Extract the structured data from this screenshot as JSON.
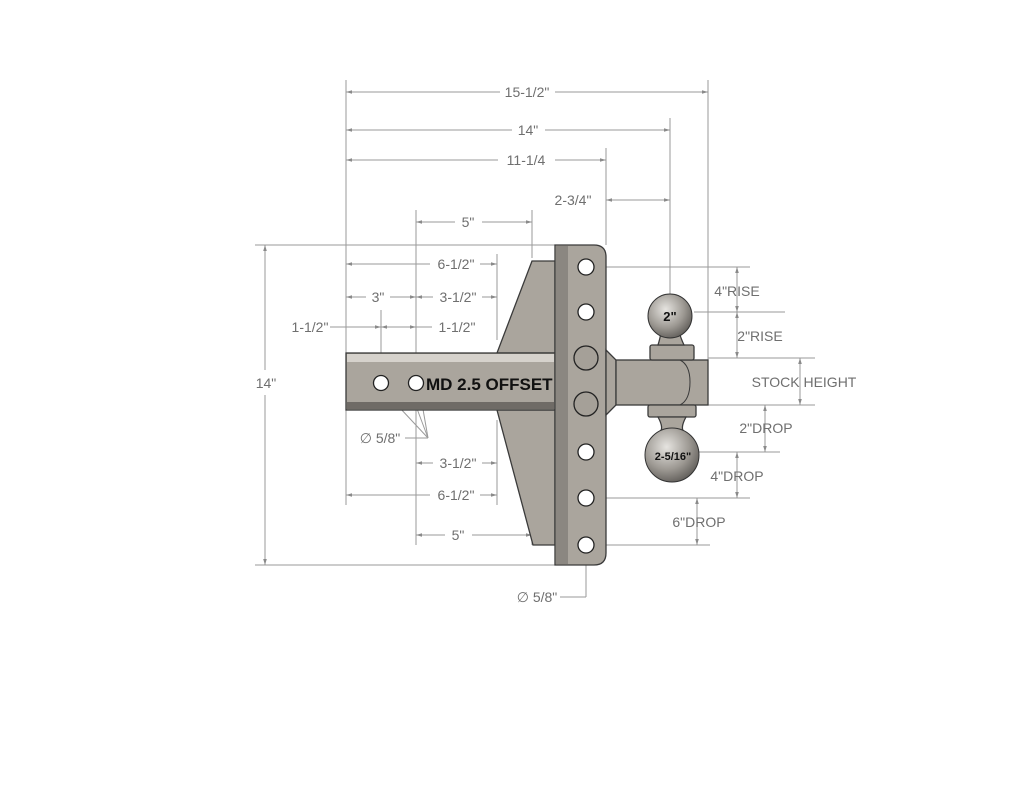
{
  "title": "MD 2.5 OFFSET",
  "balls": {
    "upper": "2\"",
    "lower": "2-5/16\""
  },
  "dimensions": {
    "overall_length": "15-1/2\"",
    "to_upper_ball": "14\"",
    "to_plate": "11-1/4",
    "plate_to_ball": "2-3/4\"",
    "top_5": "5\"",
    "top_6_1_2": "6-1/2\"",
    "top_3": "3\"",
    "top_3_1_2": "3-1/2\"",
    "left_1_1_2": "1-1/2\"",
    "right_1_1_2": "1-1/2\"",
    "hole_dia": "∅ 5/8\"",
    "bottom_3_1_2": "3-1/2\"",
    "bottom_6_1_2": "6-1/2\"",
    "bottom_5": "5\"",
    "height": "14\"",
    "plate_hole_dia": "∅ 5/8\"",
    "rise_4": "4\"RISE",
    "rise_2": "2\"RISE",
    "stock_height": "STOCK HEIGHT",
    "drop_2": "2\"DROP",
    "drop_4": "4\"DROP",
    "drop_6": "6\"DROP"
  }
}
